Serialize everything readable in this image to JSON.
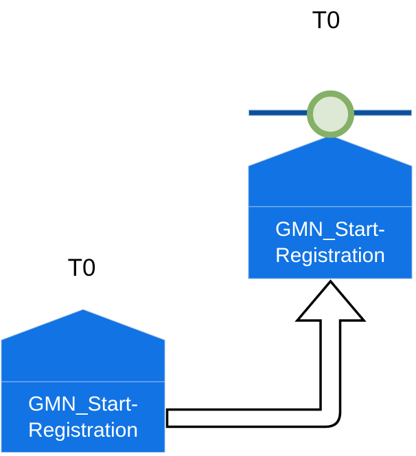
{
  "diagram": {
    "colors": {
      "node_fill": "#1173e4",
      "node_border": "#8ab4e0",
      "node_divider": "rgba(255,255,255,0.5)",
      "node_label_color": "#ffffff",
      "timeline_fill": "#0d4f9a",
      "timeline_edge": "#9fc0de",
      "event_ring": "#85b068",
      "event_fill": "#dde9d4",
      "connector_stroke": "#000000",
      "connector_fill": "#ffffff",
      "timer_label_color": "#000000"
    },
    "nodes": {
      "right": {
        "timer": "T0",
        "label_line1": "GMN_Start-",
        "label_line2": "Registration"
      },
      "left": {
        "timer": "T0",
        "label_line1": "GMN_Start-",
        "label_line2": "Registration"
      }
    }
  }
}
